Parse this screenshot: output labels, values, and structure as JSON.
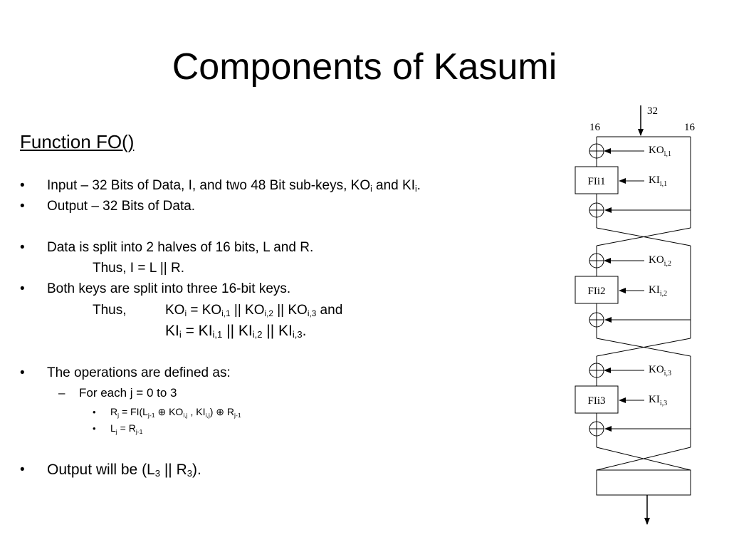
{
  "title": "Components of Kasumi",
  "heading": "Function FO()",
  "bullet_char": "•",
  "dash_char": "–",
  "items": {
    "input": {
      "pre": "Input – 32 Bits of Data, I, and two 48 Bit sub-keys, KO",
      "sub1": "i",
      "mid": " and KI",
      "sub2": "i",
      "post": "."
    },
    "output": "Output – 32 Bits of Data.",
    "split": "Data is split into 2 halves of 16 bits, L and R.",
    "thus1": "Thus, I = L || R.",
    "keys": "Both keys are split into three 16-bit keys.",
    "thus2_label": "Thus,",
    "ko_line": {
      "a": "KO",
      "a_sub": "i",
      "b": " = KO",
      "b_sub": "i,1",
      "c": " || KO",
      "c_sub": "i,2",
      "d": " || KO",
      "d_sub": "i,3",
      "e": " and"
    },
    "ki_line": {
      "a": "KI",
      "a_sub": "i",
      "b": " = KI",
      "b_sub": "i,1",
      "c": " || KI",
      "c_sub": "i,2",
      "d": " || KI",
      "d_sub": "i,3",
      "e": "."
    },
    "ops": "The operations are defined as:",
    "foreach": "For each j = 0 to 3",
    "rj": {
      "a": "R",
      "a_sub": "j",
      "b": " = FI(L",
      "b_sub": "j-1",
      "c": " ⊕ KO",
      "c_sub": "i,j",
      "d": " , KI",
      "d_sub": "i,j",
      "e": ") ⊕ R",
      "e_sub": "j-1"
    },
    "lj": {
      "a": "L",
      "a_sub": "j",
      "b": " = R",
      "b_sub": "j-1"
    },
    "final": {
      "a": "Output will be (L",
      "a_sub": "3",
      "b": " || R",
      "b_sub": "3",
      "c": ")."
    }
  },
  "diagram": {
    "input_bits": "32",
    "left_bits": "16",
    "right_bits": "16",
    "rounds": [
      {
        "fi": "FIi1",
        "ko": "KO",
        "ko_sub": "i,1",
        "ki": "KI",
        "ki_sub": "i,1"
      },
      {
        "fi": "FIi2",
        "ko": "KO",
        "ko_sub": "i,2",
        "ki": "KI",
        "ki_sub": "i,2"
      },
      {
        "fi": "FIi3",
        "ko": "KO",
        "ko_sub": "i,3",
        "ki": "KI",
        "ki_sub": "i,3"
      }
    ]
  }
}
